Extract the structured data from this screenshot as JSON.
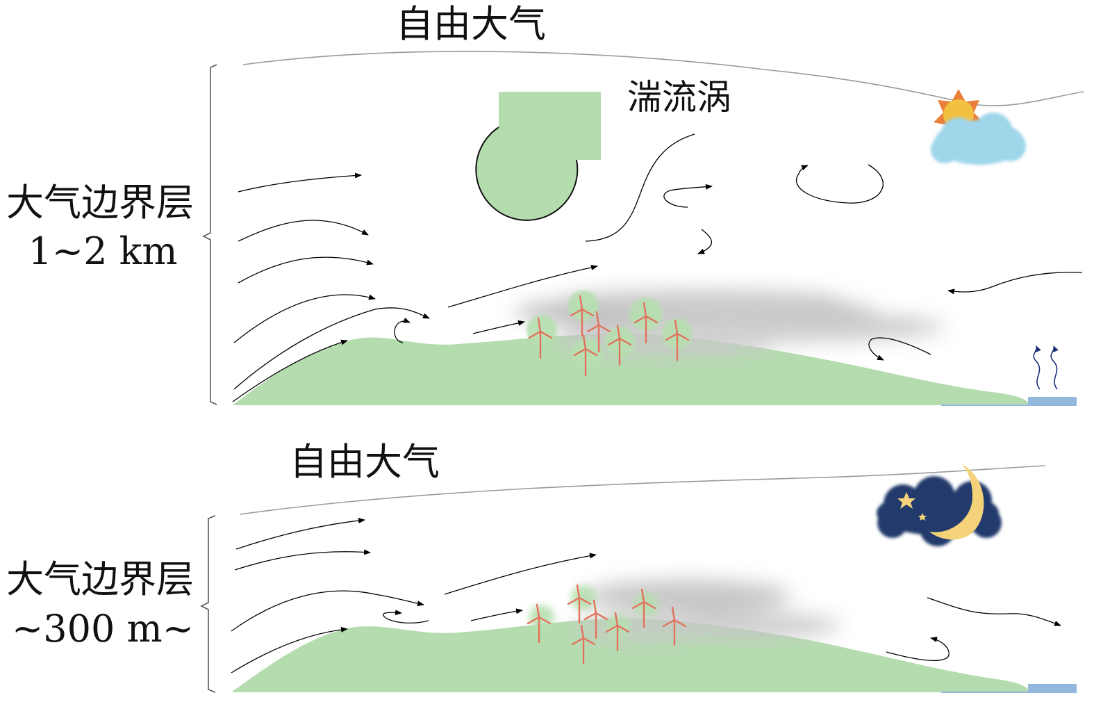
{
  "day": {
    "free_atmosphere": "自由大气",
    "boundary_layer": "大气边界层",
    "height": "1~2 km",
    "turbulent_eddy": "湍流涡",
    "sky_icon": "sun-behind-cloud-icon"
  },
  "night": {
    "free_atmosphere": "自由大气",
    "boundary_layer": "大气边界层",
    "height": "~300 m~",
    "sky_icon": "moon-stars-cloud-icon"
  },
  "colors": {
    "terrain": "#b4dcae",
    "water": "#92b9dd",
    "turbine": "#e2725b",
    "cloud_day": "#9fd6ea",
    "cloud_night": "#213a6c",
    "sun": "#f1c040",
    "moon": "#f3d27a"
  }
}
